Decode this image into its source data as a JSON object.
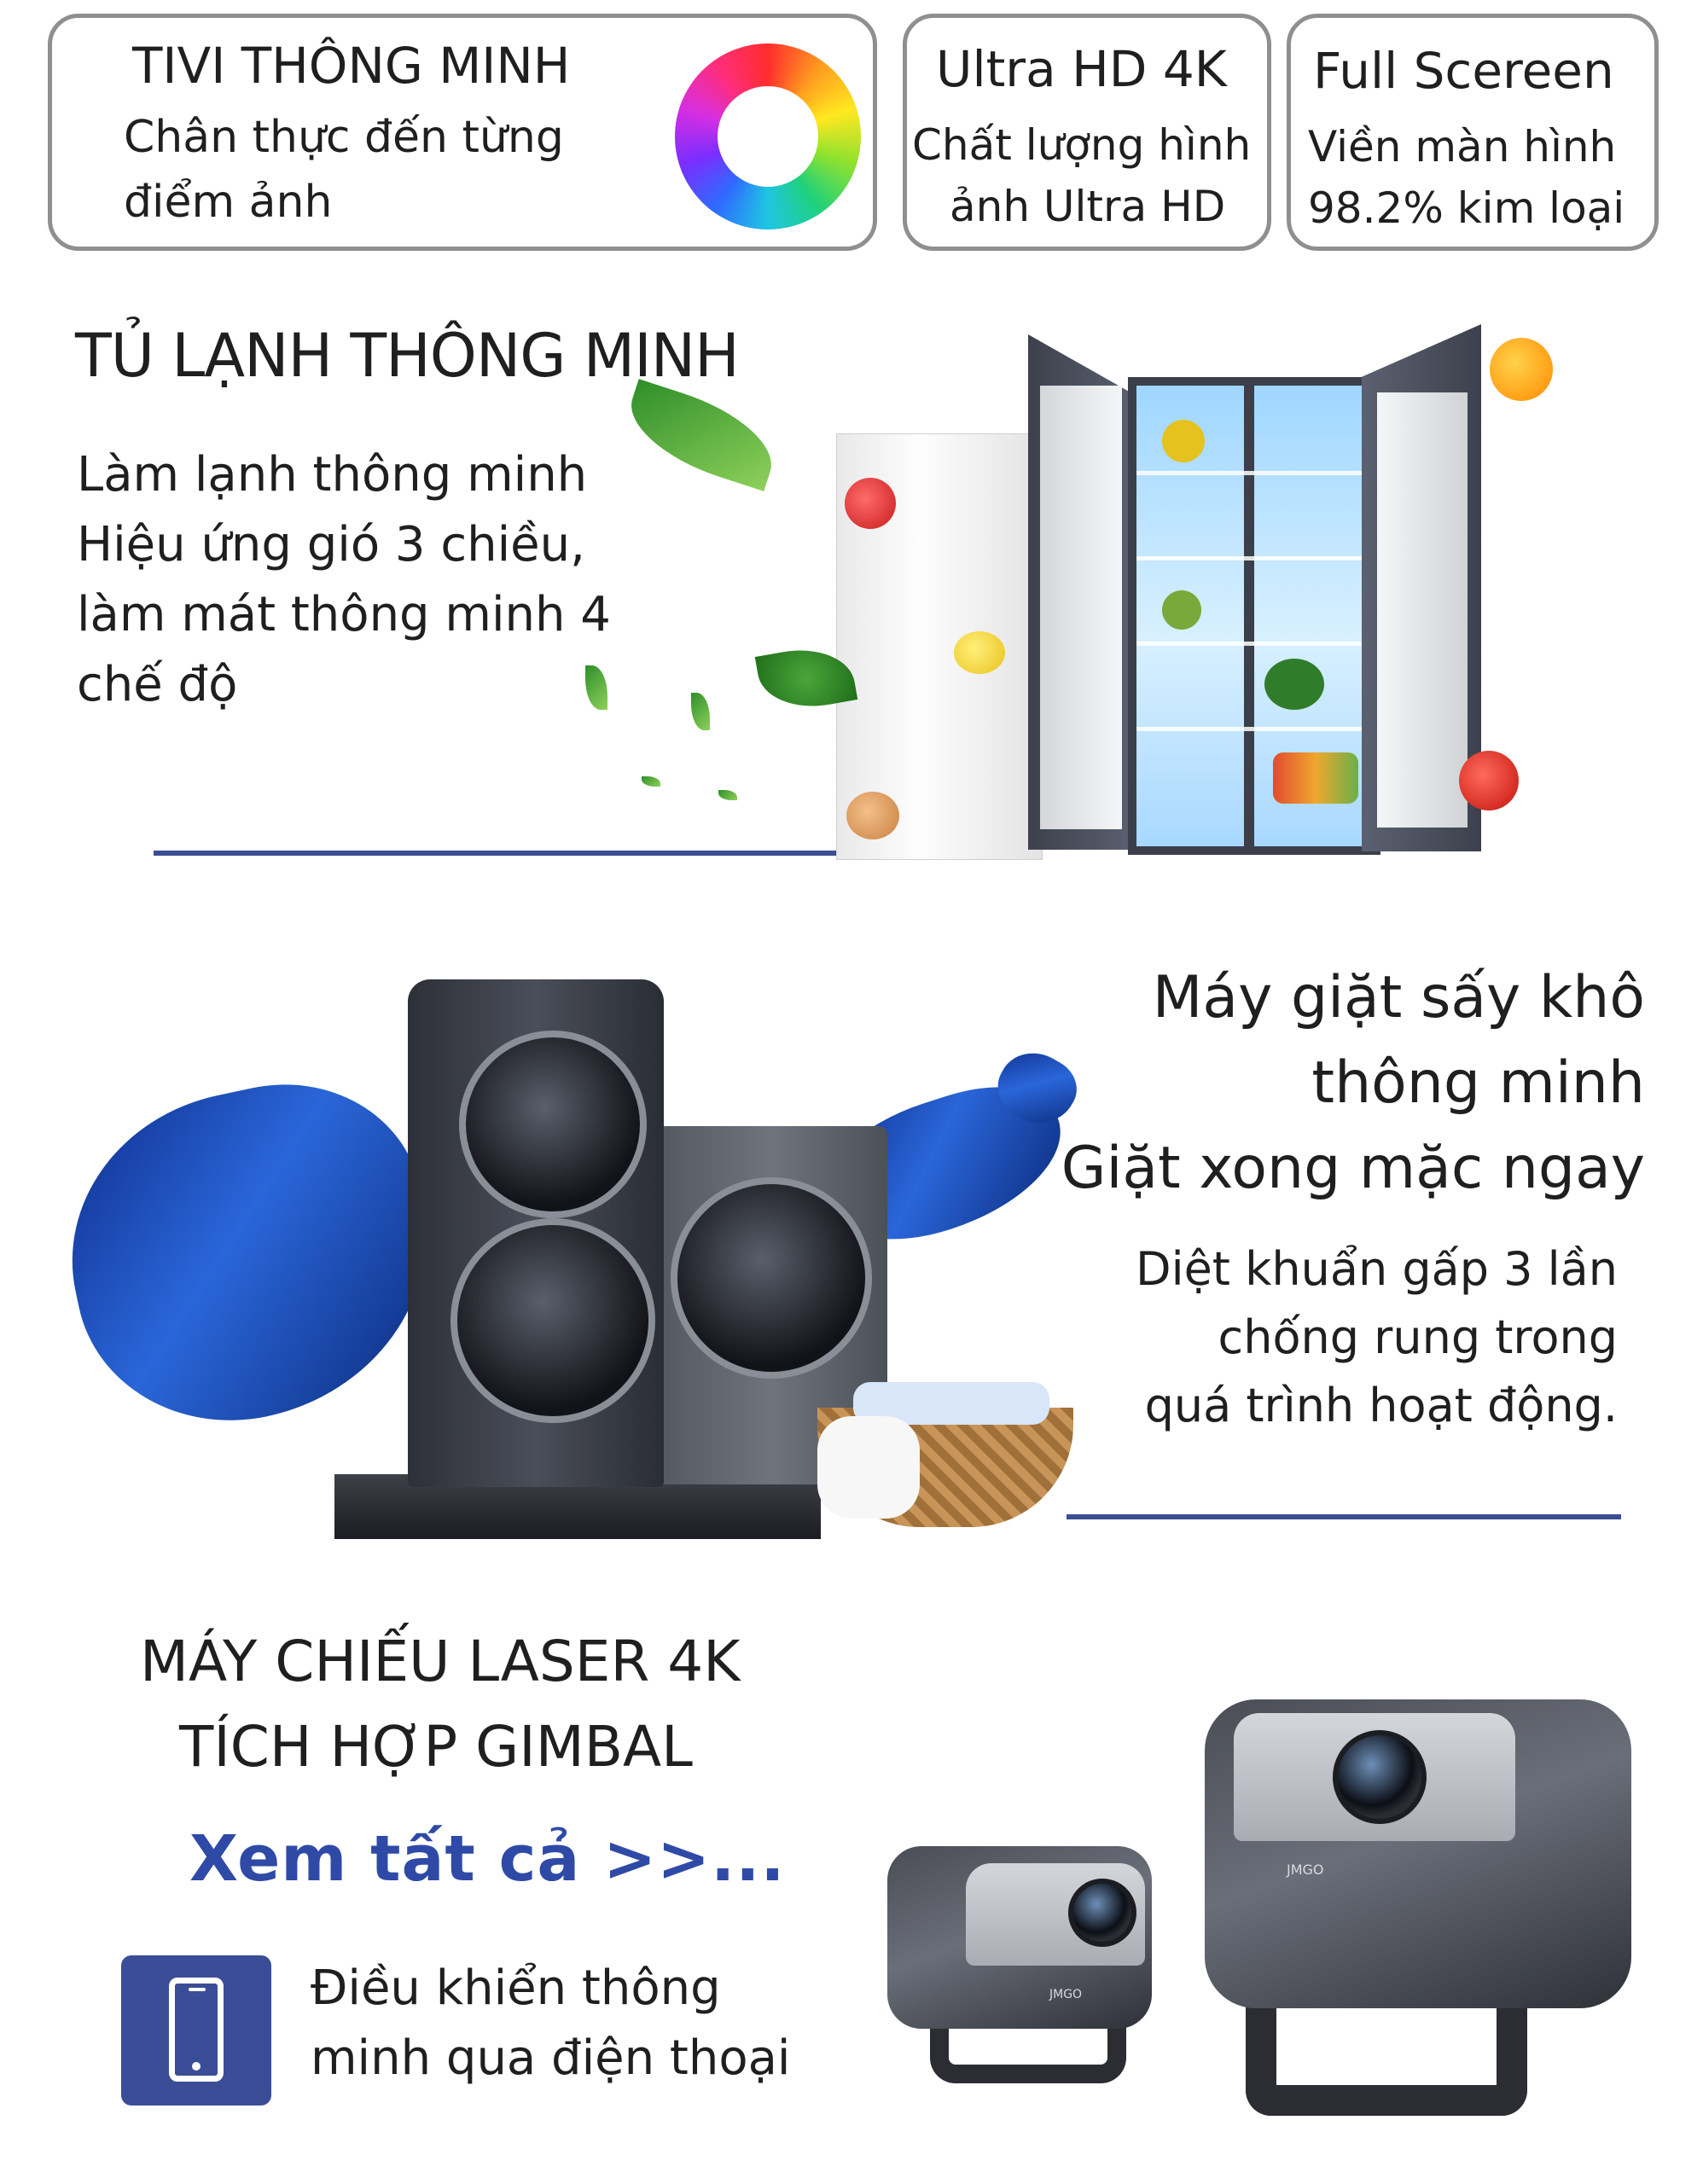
{
  "tv_card": {
    "title": "TIVI THÔNG MINH",
    "line1": "Chân thực đến từng",
    "line2": "điểm ảnh"
  },
  "uhd_card": {
    "title": "Ultra HD 4K",
    "line1": "Chất lượng hình",
    "line2": "ảnh Ultra HD"
  },
  "fullscreen_card": {
    "title": "Full Scereen",
    "line1": "Viền màn hình",
    "line2": "98.2% kim loại"
  },
  "fridge": {
    "title": "TỦ LẠNH THÔNG MINH",
    "lines": [
      "Làm lạnh thông minh",
      "Hiệu ứng gió 3 chiều,",
      "làm mát thông minh 4",
      "chế độ"
    ]
  },
  "washer": {
    "title_lines": [
      "Máy giặt sấy khô",
      "thông minh",
      "Giặt xong mặc ngay"
    ],
    "desc_lines": [
      "Diệt khuẩn gấp 3 lần",
      "chống rung trong",
      "quá trình hoạt động."
    ]
  },
  "projector": {
    "title_lines": [
      "MÁY CHIẾU LASER 4K",
      "TÍCH HỢP GIMBAL"
    ],
    "link": "Xem tất cả >>...",
    "control_lines": [
      "Điều khiển thông",
      "minh qua điện thoại"
    ],
    "brand": "JMGO"
  },
  "colors": {
    "accent": "#3b4e93",
    "link": "#2f4aa6",
    "card_border": "#8f8f8f"
  },
  "icons": [
    "color-ring-icon",
    "smartphone-icon"
  ]
}
